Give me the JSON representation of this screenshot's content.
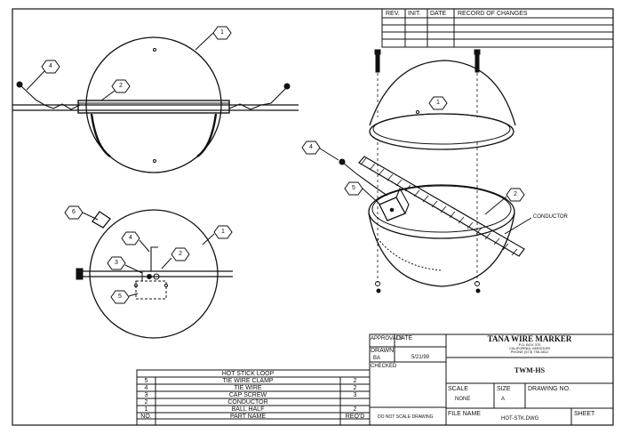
{
  "revision_block": {
    "rev_label": "REV.",
    "init_label": "INIT.",
    "date_label": "DATE",
    "changes_label": "RECORD OF CHANGES"
  },
  "callouts": {
    "top_ball_half": "1",
    "top_clamp": "2",
    "top_tie_wire": "4",
    "side_ball_half": "1",
    "side_conductor": "2",
    "side_cap_screw": "3",
    "side_tie_wire": "4",
    "side_tie_wire_clamp": "5",
    "side_hot_stick_loop": "6",
    "iso_ball_half": "1",
    "iso_conductor": "2",
    "iso_tie_wire": "4",
    "iso_tie_wire_clamp": "5"
  },
  "conductor_label": "CONDUCTOR",
  "parts_list": {
    "rows": [
      {
        "no": "",
        "name": "HOT STICK LOOP",
        "qty": ""
      },
      {
        "no": "5",
        "name": "TIE WIRE CLAMP",
        "qty": "2"
      },
      {
        "no": "4",
        "name": "TIE WIRE",
        "qty": "2"
      },
      {
        "no": "3",
        "name": "CAP SCREW",
        "qty": "3"
      },
      {
        "no": "2",
        "name": "CONDUCTOR",
        "qty": ""
      },
      {
        "no": "1",
        "name": "BALL HALF",
        "qty": "2"
      }
    ],
    "header": {
      "no": "NO.",
      "name": "PART NAME",
      "qty": "REQ'D"
    }
  },
  "title_block": {
    "approvals_label": "APPROVALS",
    "date_label": "DATE",
    "drawn_label": "DRAWN",
    "drawn_by": "BA",
    "drawn_date": "5/21/99",
    "checked_label": "CHECKED",
    "company_name": "TANA WIRE MARKER",
    "company_addr1": "P.O. BOX 370",
    "company_addr2": "CALIFORNIA, MISSOURI",
    "company_phone": "PHONE (573) 796-3812",
    "model": "TWM-HS",
    "scale_label": "SCALE",
    "scale_value": "NONE",
    "size_label": "SIZE",
    "size_value": "A",
    "drawing_no_label": "DRAWING NO.",
    "do_not_scale": "DO NOT SCALE DRAWING",
    "file_name_label": "FILE NAME",
    "file_name_value": "HOT-STK.DWG",
    "sheet_label": "SHEET"
  }
}
